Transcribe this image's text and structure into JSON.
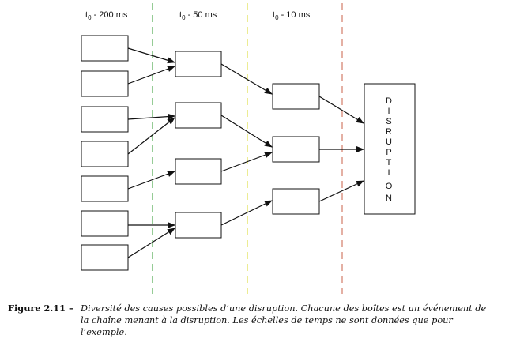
{
  "timeline": [
    {
      "name": "t0-200",
      "label_t": "t",
      "label_sub": "0",
      "label_rest": " - 200 ms",
      "color": "#2e9a2e"
    },
    {
      "name": "t0-50",
      "label_t": "t",
      "label_sub": "0",
      "label_rest": " - 50 ms",
      "color": "#d8d82a"
    },
    {
      "name": "t0-10",
      "label_t": "t",
      "label_sub": "0",
      "label_rest": " - 10 ms",
      "color": "#c8604a"
    }
  ],
  "disruption_word": [
    "D",
    "I",
    "S",
    "R",
    "U",
    "P",
    "T",
    "I",
    "O",
    "N"
  ],
  "caption": {
    "label": "Figure 2.11",
    "dash": " – ",
    "text": "Diversité des causes possibles d’une disruption. Chacune des boîtes est un événement de la chaîne menant à la disruption. Les échelles de temps ne sont données que pour l’exemple."
  }
}
